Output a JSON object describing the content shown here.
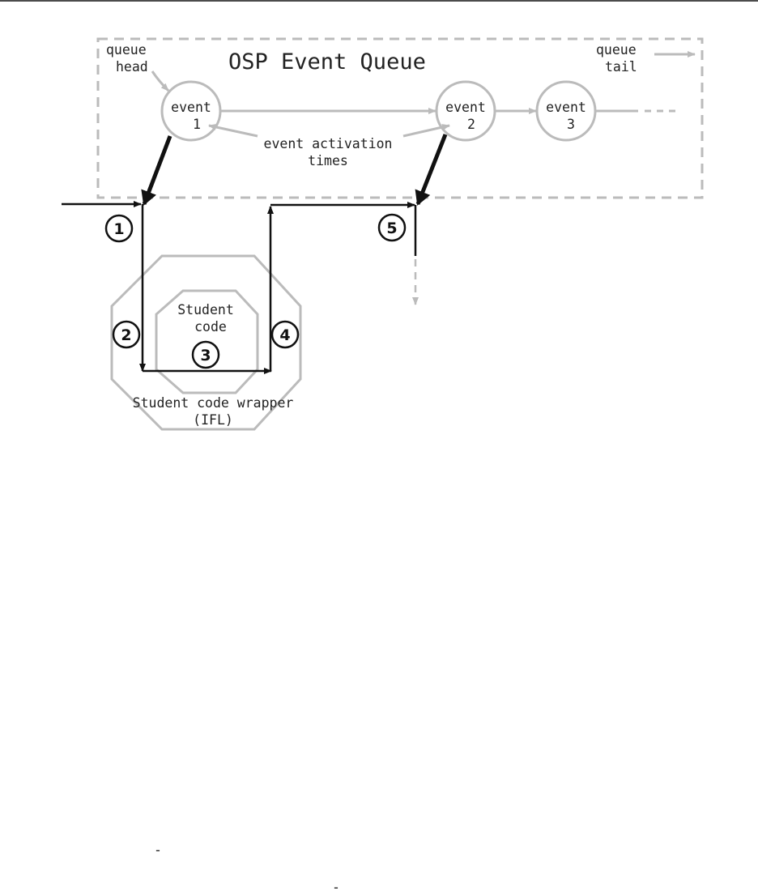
{
  "diagram": {
    "title": "OSP Event Queue",
    "queue_head_label": [
      "queue",
      "head"
    ],
    "queue_tail_label": [
      "queue",
      "tail"
    ],
    "events": [
      {
        "label": "event",
        "num": "1"
      },
      {
        "label": "event",
        "num": "2"
      },
      {
        "label": "event",
        "num": "3"
      }
    ],
    "activation_label": [
      "event activation",
      "times"
    ],
    "student_code_label": [
      "Student",
      "code"
    ],
    "wrapper_label": [
      "Student code wrapper",
      "(IFL)"
    ],
    "steps": [
      "1",
      "2",
      "3",
      "4",
      "5"
    ],
    "footer_marks": [
      "-",
      "-"
    ],
    "colors": {
      "gray": "#bbbbbb",
      "dark": "#111111",
      "text": "#222222"
    }
  }
}
